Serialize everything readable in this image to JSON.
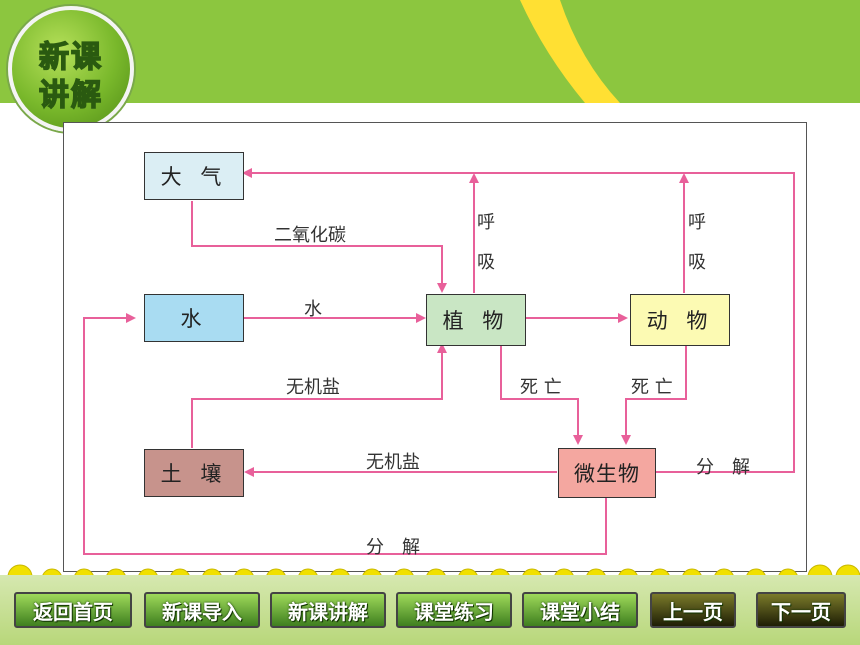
{
  "header": {
    "badge_line1": "新课",
    "badge_line2": "讲解"
  },
  "diagram": {
    "nodes": {
      "atmosphere": "大 气",
      "water": "水",
      "plant": "植 物",
      "animal": "动 物",
      "soil": "土 壤",
      "microbe": "微生物"
    },
    "labels": {
      "co2": "二氧化碳",
      "water_flow": "水",
      "respiration_plant": [
        "呼",
        "吸"
      ],
      "respiration_animal": [
        "呼",
        "吸"
      ],
      "minerals_to_plant": "无机盐",
      "death_plant": "死 亡",
      "death_animal": "死 亡",
      "minerals_to_soil": "无机盐",
      "decompose_right": "分　解",
      "decompose_bottom": "分　解"
    },
    "colors": {
      "atmosphere": "#dbeef4",
      "water": "#a9dcf2",
      "plant": "#c9e6c4",
      "animal": "#fcfab3",
      "soil": "#c7938c",
      "microbe": "#f4a7a0",
      "arrow": "#e8609a"
    }
  },
  "nav": {
    "home": "返回首页",
    "intro": "新课导入",
    "lecture": "新课讲解",
    "practice": "课堂练习",
    "summary": "课堂小结",
    "prev": "上一页",
    "next": "下一页"
  }
}
